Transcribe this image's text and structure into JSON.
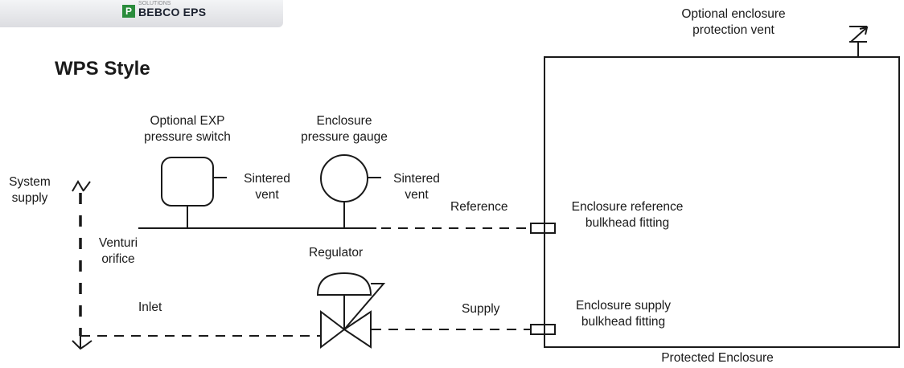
{
  "logo": {
    "small_text": "SOLUTIONS",
    "brand": "BEBCO EPS",
    "mark": "P"
  },
  "title": "WPS Style",
  "labels": {
    "optional_vent": "Optional enclosure\nprotection vent",
    "optional_exp": "Optional EXP\npressure switch",
    "enclosure_gauge": "Enclosure\npressure gauge",
    "sintered_vent_1": "Sintered\nvent",
    "sintered_vent_2": "Sintered\nvent",
    "system_supply": "System\nsupply",
    "reference": "Reference",
    "enclosure_reference": "Enclosure reference\nbulkhead fitting",
    "venturi": "Venturi\norifice",
    "regulator": "Regulator",
    "inlet": "Inlet",
    "supply": "Supply",
    "enclosure_supply": "Enclosure supply\nbulkhead fitting",
    "protected_enclosure": "Protected Enclosure"
  }
}
